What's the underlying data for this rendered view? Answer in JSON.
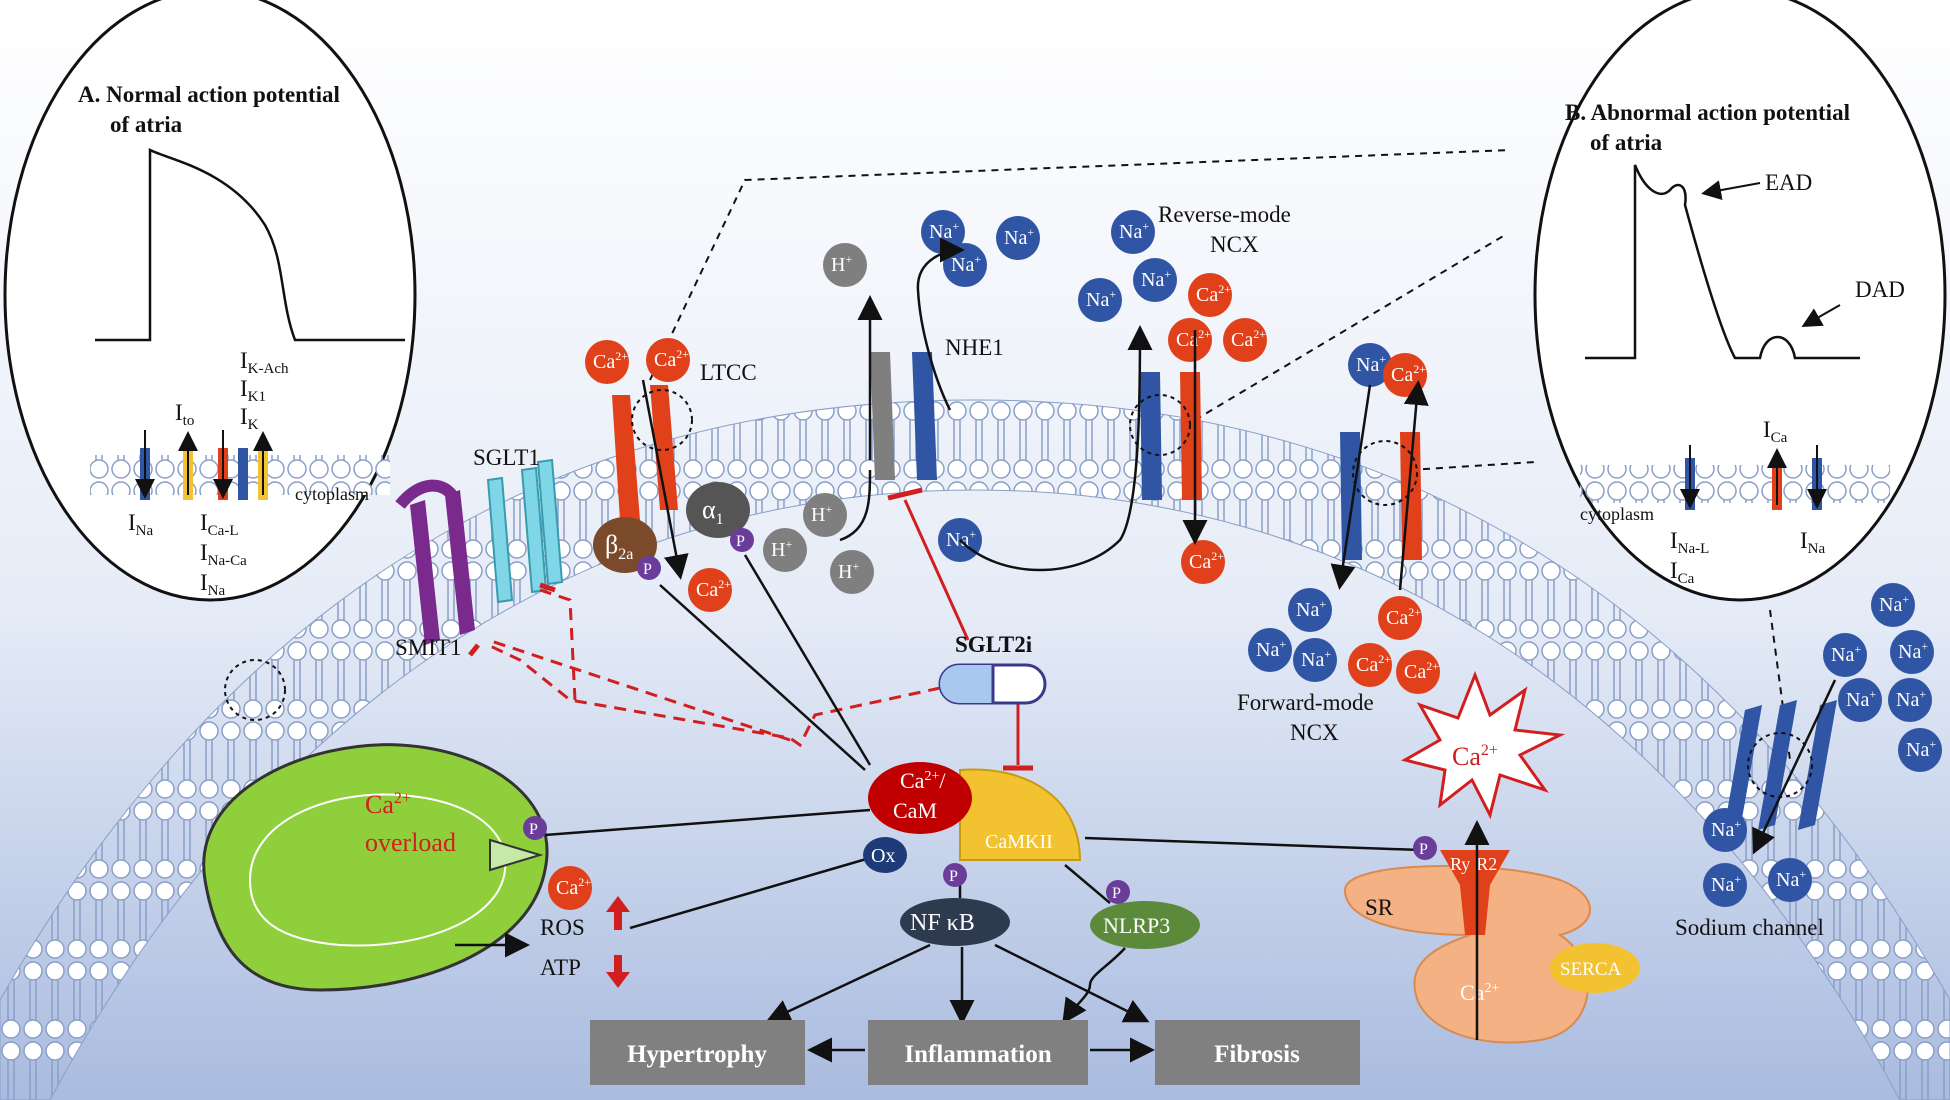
{
  "panel_a": {
    "title_line1": "A.  Normal action potential",
    "title_line2": "of atria",
    "currents_out_1": "I",
    "i_k_ach": "K-Ach",
    "i_k1": "K1",
    "i_k": "K",
    "i_to": "to",
    "i_na": "Na",
    "i_cal": "Ca-L",
    "i_naca": "Na-Ca",
    "i_na2": "Na",
    "cytoplasm": "cytoplasm"
  },
  "panel_b": {
    "title_line1": "B. Abnormal  action potential",
    "title_line2": "of atria",
    "ead": "EAD",
    "dad": "DAD",
    "i_ca_top": "Ca",
    "cytoplasm": "cytoplasm",
    "i_nal": "Na-L",
    "i_ca": "Ca",
    "i_na": "Na",
    "i_letter": "I"
  },
  "labels": {
    "sglt1": "SGLT1",
    "smit1": "SMIT1",
    "ltcc": "LTCC",
    "nhe1": "NHE1",
    "reverse_ncx_1": "Reverse-mode",
    "reverse_ncx_2": "NCX",
    "forward_ncx_1": "Forward-mode",
    "forward_ncx_2": "NCX",
    "sglt2i": "SGLT2i",
    "sodium_channel": "Sodium channel",
    "beta2a": "β",
    "beta2a_sub": "2a",
    "alpha1": "α",
    "alpha1_sub": "1",
    "camkii": "CaMKII",
    "cam_1": "Ca",
    "cam_sup": "2+",
    "cam_2": "CaM",
    "ox": "Ox",
    "p": "P",
    "nfkb": "NF κB",
    "nlrp3": "NLRP3",
    "ros": "ROS",
    "atp": "ATP",
    "ca_overload_1": "Ca",
    "ca_overload_sup": "2+",
    "ca_overload_2": "overload",
    "sr": "SR",
    "ryr2_1": "Ry",
    "ryr2_2": "R2",
    "serca": "SERCA",
    "sr_ca": "Ca",
    "sr_ca_sup": "2+",
    "burst_ca": "Ca",
    "burst_sup": "2+"
  },
  "ions": {
    "na": "Na",
    "na_sup": "+",
    "ca": "Ca",
    "ca_sup": "2+",
    "h": "H",
    "h_sup": "+"
  },
  "outcomes": {
    "hypertrophy": "Hypertrophy",
    "inflammation": "Inflammation",
    "fibrosis": "Fibrosis"
  },
  "colors": {
    "na_ion": "#2f55a4",
    "ca_ion": "#e0401a",
    "h_ion": "#7f7f7f",
    "inhibit": "#d11f1f",
    "box": "#808080",
    "mito": "#8fcf3c",
    "sr": "#f4b183",
    "camkii": "#f2c230",
    "cam": "#c00000",
    "nfkb": "#2e3b4e",
    "nlrp3": "#5a8a3a",
    "p_marker": "#6a3d9a"
  }
}
